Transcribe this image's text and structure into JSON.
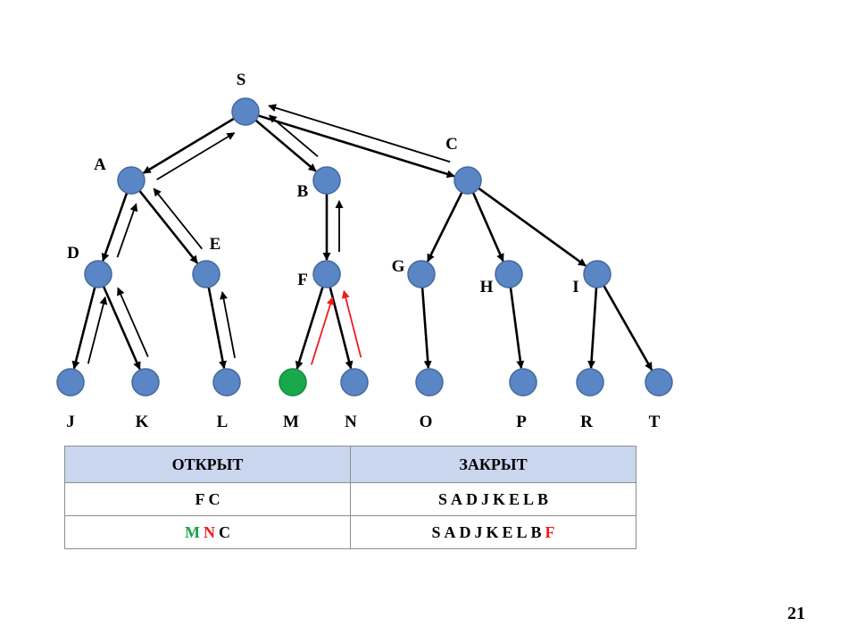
{
  "colors": {
    "node_fill": "#5b86c5",
    "node_stroke": "#41699d",
    "highlight_node": "#1aa84c",
    "green": "#16a34a",
    "red": "#ee1c1c",
    "header_bg": "#c9d6ee"
  },
  "tree": {
    "nodes": [
      {
        "id": "S",
        "label": "S"
      },
      {
        "id": "A",
        "label": "A"
      },
      {
        "id": "B",
        "label": "B"
      },
      {
        "id": "C",
        "label": "C"
      },
      {
        "id": "D",
        "label": "D"
      },
      {
        "id": "E",
        "label": "E"
      },
      {
        "id": "F",
        "label": "F"
      },
      {
        "id": "G",
        "label": "G"
      },
      {
        "id": "H",
        "label": "H"
      },
      {
        "id": "I",
        "label": "I"
      },
      {
        "id": "J",
        "label": "J"
      },
      {
        "id": "K",
        "label": "K"
      },
      {
        "id": "L",
        "label": "L"
      },
      {
        "id": "M",
        "label": "M",
        "state": "current"
      },
      {
        "id": "N",
        "label": "N"
      },
      {
        "id": "O",
        "label": "O"
      },
      {
        "id": "P",
        "label": "P"
      },
      {
        "id": "R",
        "label": "R"
      },
      {
        "id": "T",
        "label": "T"
      }
    ],
    "edges": [
      [
        "S",
        "A"
      ],
      [
        "S",
        "B"
      ],
      [
        "S",
        "C"
      ],
      [
        "A",
        "D"
      ],
      [
        "A",
        "E"
      ],
      [
        "B",
        "F"
      ],
      [
        "C",
        "G"
      ],
      [
        "C",
        "H"
      ],
      [
        "C",
        "I"
      ],
      [
        "D",
        "J"
      ],
      [
        "D",
        "K"
      ],
      [
        "E",
        "L"
      ],
      [
        "F",
        "M"
      ],
      [
        "F",
        "N"
      ],
      [
        "G",
        "O"
      ],
      [
        "H",
        "P"
      ],
      [
        "I",
        "R"
      ],
      [
        "I",
        "T"
      ]
    ],
    "backtrack_arrows": [
      {
        "from": "A",
        "to": "S",
        "color": "black"
      },
      {
        "from": "B",
        "to": "S",
        "color": "black"
      },
      {
        "from": "C",
        "to": "S",
        "color": "black"
      },
      {
        "from": "D",
        "to": "A",
        "color": "black"
      },
      {
        "from": "E",
        "to": "A",
        "color": "black"
      },
      {
        "from": "J",
        "to": "D",
        "color": "black"
      },
      {
        "from": "K",
        "to": "D",
        "color": "black"
      },
      {
        "from": "L",
        "to": "E",
        "color": "black"
      },
      {
        "from": "F",
        "to": "B",
        "color": "black"
      },
      {
        "from": "M",
        "to": "F",
        "color": "red"
      },
      {
        "from": "N",
        "to": "F",
        "color": "red"
      }
    ]
  },
  "table": {
    "headers": {
      "open": "ОТКРЫТ",
      "closed": "ЗАКРЫТ"
    },
    "rows": [
      {
        "open": [
          {
            "text": "F",
            "color": "black"
          },
          {
            "text": "C",
            "color": "black"
          }
        ],
        "closed": [
          {
            "text": "S",
            "color": "black"
          },
          {
            "text": "A",
            "color": "black"
          },
          {
            "text": "D",
            "color": "black"
          },
          {
            "text": "J",
            "color": "black"
          },
          {
            "text": "K",
            "color": "black"
          },
          {
            "text": "E",
            "color": "black"
          },
          {
            "text": "L",
            "color": "black"
          },
          {
            "text": "B",
            "color": "black"
          }
        ]
      },
      {
        "open": [
          {
            "text": "M",
            "color": "green"
          },
          {
            "text": "N",
            "color": "red"
          },
          {
            "text": "C",
            "color": "black"
          }
        ],
        "closed": [
          {
            "text": "S",
            "color": "black"
          },
          {
            "text": "A",
            "color": "black"
          },
          {
            "text": "D",
            "color": "black"
          },
          {
            "text": "J",
            "color": "black"
          },
          {
            "text": "K",
            "color": "black"
          },
          {
            "text": "E",
            "color": "black"
          },
          {
            "text": "L",
            "color": "black"
          },
          {
            "text": "B",
            "color": "black"
          },
          {
            "text": "F",
            "color": "red"
          }
        ]
      }
    ]
  },
  "page_number": "21"
}
